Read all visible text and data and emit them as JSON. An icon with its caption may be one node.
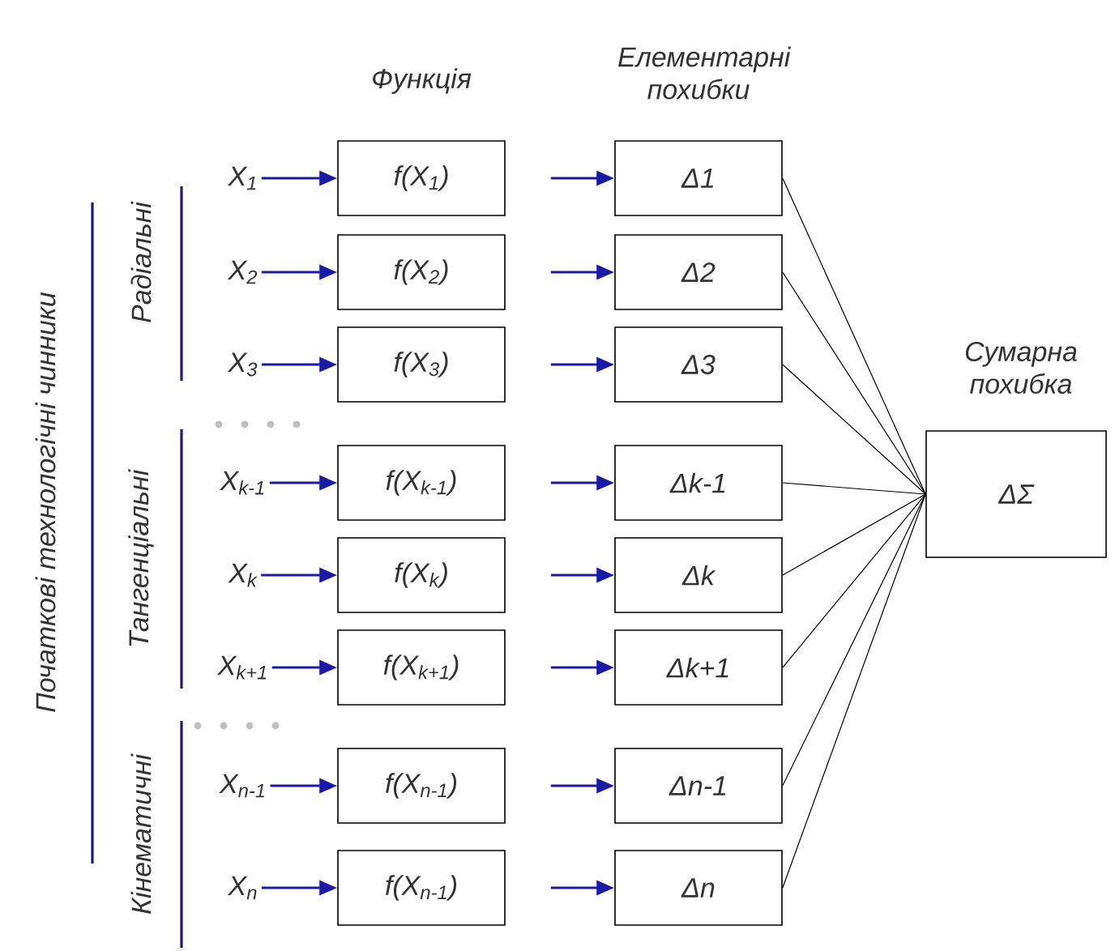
{
  "diagram": {
    "nodes": [
      {
        "text": [
          "X$_{1}$"
        ]
      },
      {
        "text": [
          "f(X$_{1}$)"
        ]
      },
      {
        "text": [
          "Δ1"
        ]
      },
      {
        "text": [
          "X$_{2}$"
        ]
      },
      {
        "text": [
          "f(X$_{2}$)"
        ]
      },
      {
        "text": [
          "Δ2"
        ]
      },
      {
        "text": [
          "X$_{3}$"
        ]
      },
      {
        "text": [
          "f(X$_{3}$)"
        ]
      },
      {
        "text": [
          "Δ3"
        ]
      },
      {
        "text": [
          "X$_{k-1}$"
        ]
      },
      {
        "text": [
          "f(X$_{k-1}$)"
        ]
      },
      {
        "text": [
          "Δk-1"
        ]
      },
      {
        "text": [
          "X$_{k}$"
        ]
      },
      {
        "text": [
          "f(X$_{k}$)"
        ]
      },
      {
        "text": [
          "Δk"
        ]
      },
      {
        "text": [
          "X$_{k+1}$"
        ]
      },
      {
        "text": [
          "f(X$_{k+1}$)"
        ]
      },
      {
        "text": [
          "Δk+1"
        ]
      },
      {
        "text": [
          "X$_{n-1}$"
        ]
      },
      {
        "text": [
          "f(X$_{n-1}$)"
        ]
      },
      {
        "text": [
          "Δn-1"
        ]
      },
      {
        "text": [
          "X$_{n}$"
        ]
      },
      {
        "text": [
          "f(X$_{n-1}$)"
        ]
      },
      {
        "text": [
          "Δn"
        ]
      },
      {
        "text": [
          "Сумарна похибка",
          "ΔΣ"
        ]
      }
    ],
    "edges": [
      {
        "from": 0,
        "to": 1,
        "arrow": "to"
      },
      {
        "from": 1,
        "to": 2,
        "arrow": "to"
      },
      {
        "from": 3,
        "to": 4,
        "arrow": "to"
      },
      {
        "from": 4,
        "to": 5,
        "arrow": "to"
      },
      {
        "from": 6,
        "to": 7,
        "arrow": "to"
      },
      {
        "from": 7,
        "to": 8,
        "arrow": "to"
      },
      {
        "from": 9,
        "to": 10,
        "arrow": "to"
      },
      {
        "from": 10,
        "to": 11,
        "arrow": "to"
      },
      {
        "from": 12,
        "to": 13,
        "arrow": "to"
      },
      {
        "from": 13,
        "to": 14,
        "arrow": "to"
      },
      {
        "from": 15,
        "to": 16,
        "arrow": "to"
      },
      {
        "from": 16,
        "to": 17,
        "arrow": "to"
      },
      {
        "from": 18,
        "to": 19,
        "arrow": "to"
      },
      {
        "from": 19,
        "to": 20,
        "arrow": "to"
      },
      {
        "from": 21,
        "to": 22,
        "arrow": "to"
      },
      {
        "from": 22,
        "to": 23,
        "arrow": "to"
      },
      {
        "from": 2,
        "to": 24,
        "arrow": "none",
        "color": "#000000"
      },
      {
        "from": 5,
        "to": 24,
        "arrow": "none",
        "color": "#000000"
      },
      {
        "from": 8,
        "to": 24,
        "arrow": "none",
        "color": "#000000"
      },
      {
        "from": 11,
        "to": 24,
        "arrow": "none",
        "color": "#000000"
      },
      {
        "from": 14,
        "to": 24,
        "arrow": "none",
        "color": "#000000"
      },
      {
        "from": 17,
        "to": 24,
        "arrow": "none",
        "color": "#000000"
      },
      {
        "from": 20,
        "to": 24,
        "arrow": "none",
        "color": "#000000"
      },
      {
        "from": 23,
        "to": 24,
        "arrow": "none",
        "color": "#000000"
      }
    ],
    "labels": [
      "Функція",
      "Елементарні похибки",
      "Початкові технологічні чинники",
      "Радіальні",
      "Тангенціальні",
      "Кінематичні"
    ]
  }
}
